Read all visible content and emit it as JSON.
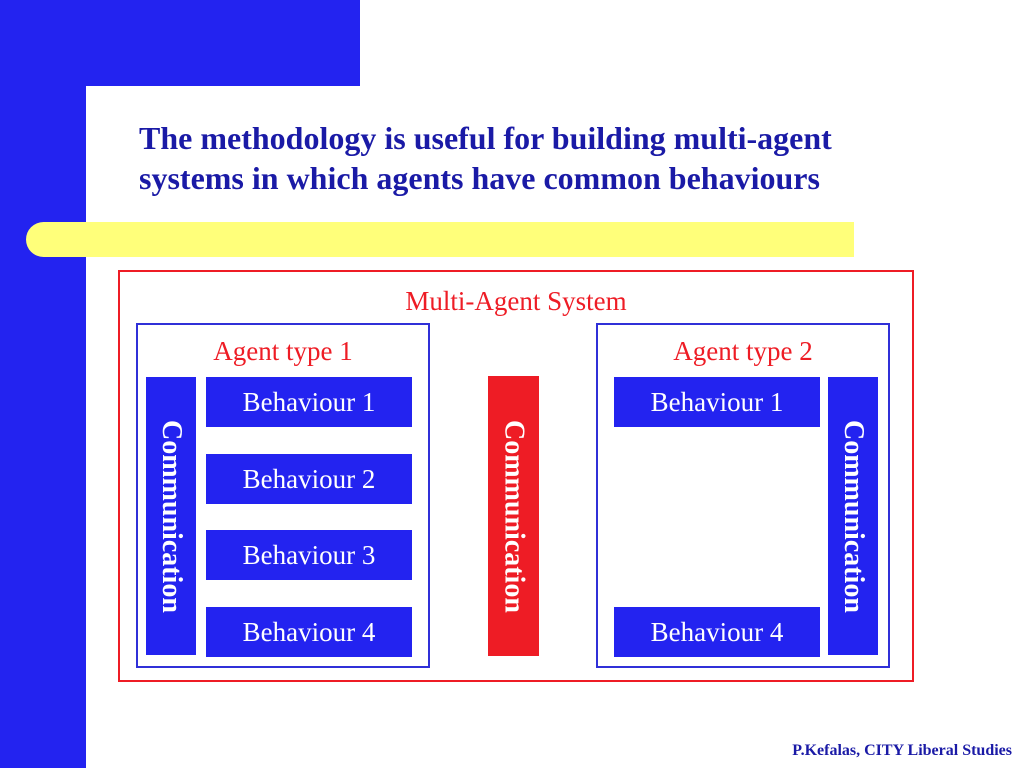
{
  "title": {
    "line1": "The methodology is useful for building multi-agent",
    "line2": "systems in which agents have common behaviours"
  },
  "diagram": {
    "system_label": "Multi-Agent System",
    "agent1": {
      "label": "Agent type 1",
      "communication": "Communication",
      "behaviours": [
        "Behaviour 1",
        "Behaviour 2",
        "Behaviour 3",
        "Behaviour 4"
      ]
    },
    "shared_communication": "Communication",
    "agent2": {
      "label": "Agent type 2",
      "communication": "Communication",
      "behaviours": [
        "Behaviour 1",
        "Behaviour 4"
      ]
    }
  },
  "footer": "P.Kefalas, CITY Liberal Studies",
  "colors": {
    "background_blue": "#2323f0",
    "highlight_yellow": "#ffff7a",
    "title_text": "#1a1aa6",
    "system_red": "#ee1c25"
  }
}
